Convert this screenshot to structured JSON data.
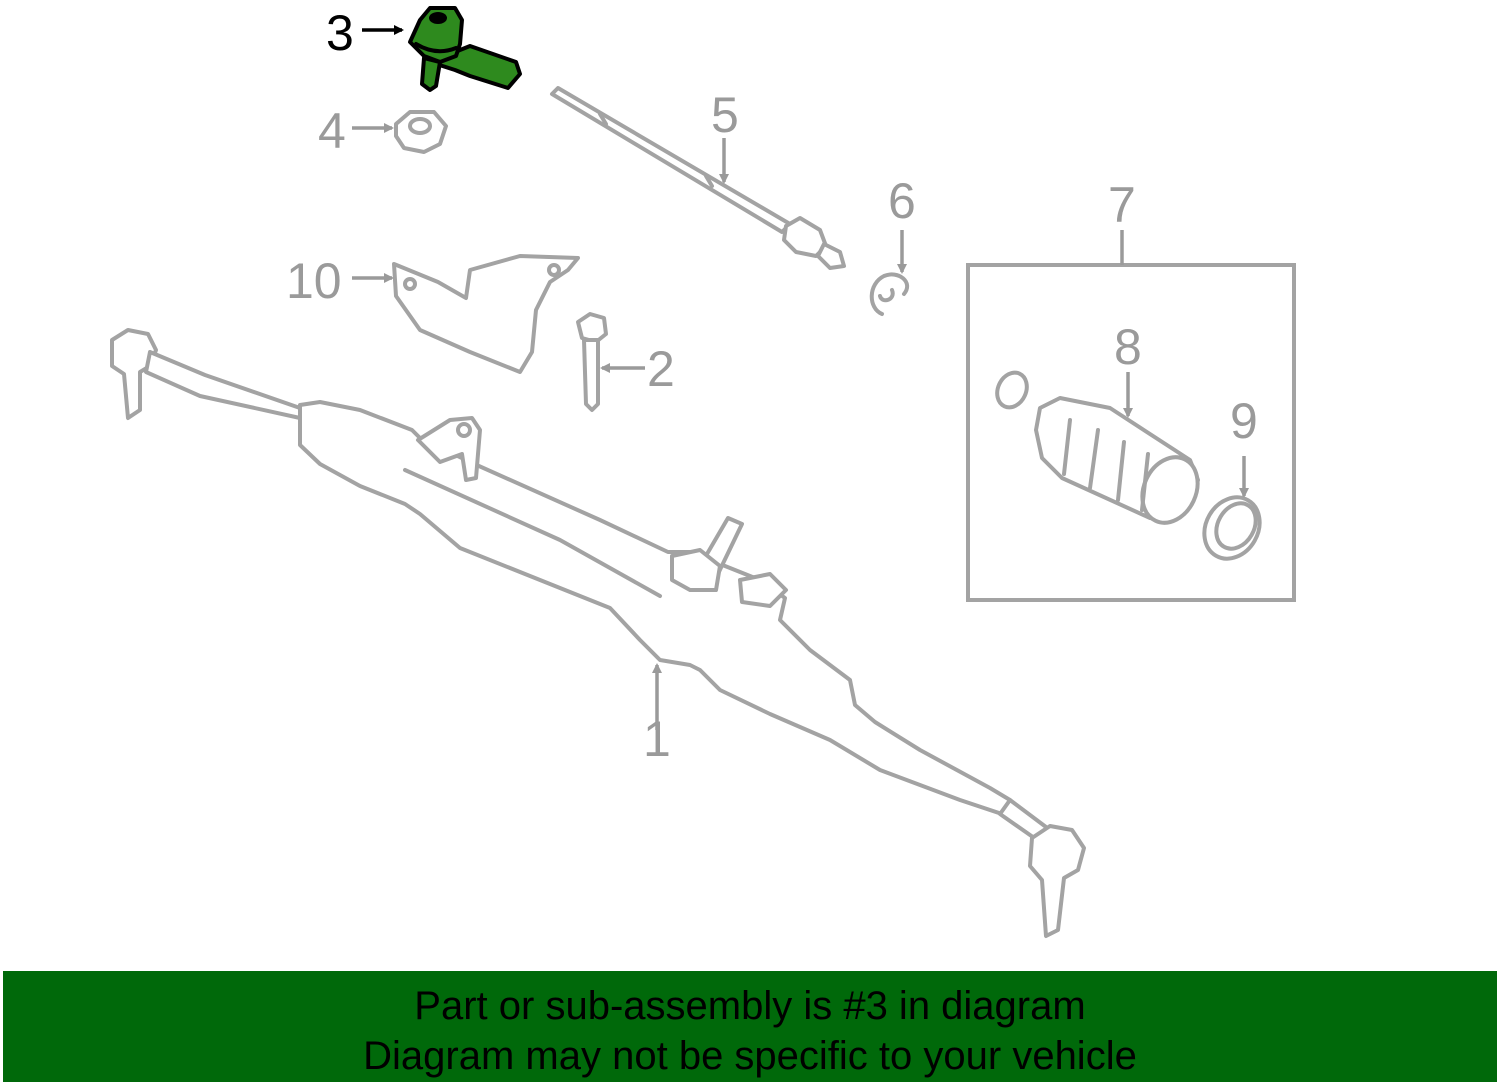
{
  "diagram": {
    "callouts": [
      {
        "id": "1",
        "label": "1"
      },
      {
        "id": "2",
        "label": "2"
      },
      {
        "id": "3",
        "label": "3"
      },
      {
        "id": "4",
        "label": "4"
      },
      {
        "id": "5",
        "label": "5"
      },
      {
        "id": "6",
        "label": "6"
      },
      {
        "id": "7",
        "label": "7"
      },
      {
        "id": "8",
        "label": "8"
      },
      {
        "id": "9",
        "label": "9"
      },
      {
        "id": "10",
        "label": "10"
      }
    ],
    "highlighted_part": "3",
    "colors": {
      "highlight": "#2e8a1e",
      "banner": "#00690a",
      "line": "#a3a3a3",
      "text": "#9a9a9a"
    }
  },
  "banner": {
    "line1": "Part or sub-assembly is #3 in diagram",
    "line2": "Diagram may not be specific to your vehicle"
  }
}
